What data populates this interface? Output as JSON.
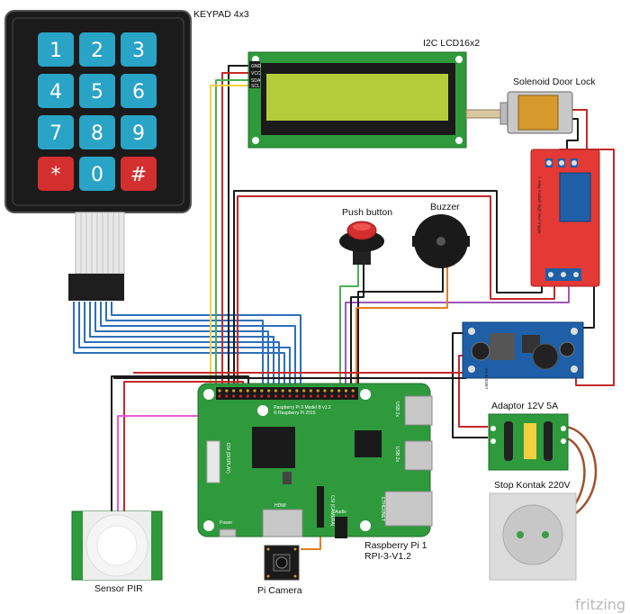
{
  "labels": {
    "keypad": "KEYPAD 4x3",
    "lcd": "I2C LCD16x2",
    "solenoid": "Solenoid Door Lock",
    "push_button": "Push button",
    "buzzer": "Buzzer",
    "adaptor": "Adaptor 12V 5A",
    "stop_kontak": "Stop Kontak 220V",
    "rpi_line1": "Raspberry Pi 1",
    "rpi_line2": "RPI-3-V1.2",
    "pi_camera": "Pi Camera",
    "sensor_pir": "Sensor PIR",
    "regulator": "LM2596 5V",
    "brand": "fritzing"
  },
  "keypad": {
    "keys": [
      "1",
      "2",
      "3",
      "4",
      "5",
      "6",
      "7",
      "8",
      "9",
      "*",
      "0",
      "#"
    ],
    "key_color": "#29a3c6",
    "special_key_color": "#d32f2f"
  },
  "board_text": {
    "rpi_model": "Raspberry Pi 3 Model B v1.2",
    "rpi_copyright": "© Raspberry Pi 2015",
    "rpi_hdmi": "HDMI",
    "rpi_power": "Power",
    "rpi_audio": "Audio",
    "rpi_ethernet": "ETHERNET",
    "rpi_usb1": "USB 2x",
    "rpi_usb2": "USB 2x",
    "rpi_display": "DSI (DISPLAY)",
    "rpi_camera": "CSI (CAMERA)",
    "relay_text": "1 relay module  high level trigger",
    "lcd_pins": [
      "GND",
      "VCC",
      "SDA",
      "SCL"
    ]
  },
  "colors": {
    "wire_blue": "#2e6fbd",
    "wire_red": "#c62828",
    "wire_black": "#1a1a1a",
    "wire_yellow": "#f4d03f",
    "wire_green": "#4caf50",
    "wire_purple": "#9b59b6",
    "wire_pink": "#e85ad3",
    "wire_orange": "#e67e22",
    "wire_brown": "#a0522d",
    "pcb_green": "#2e9a3c",
    "lcd_screen": "#b5cc3a",
    "relay_red": "#e53935",
    "regulator_blue": "#1e5fa8"
  }
}
